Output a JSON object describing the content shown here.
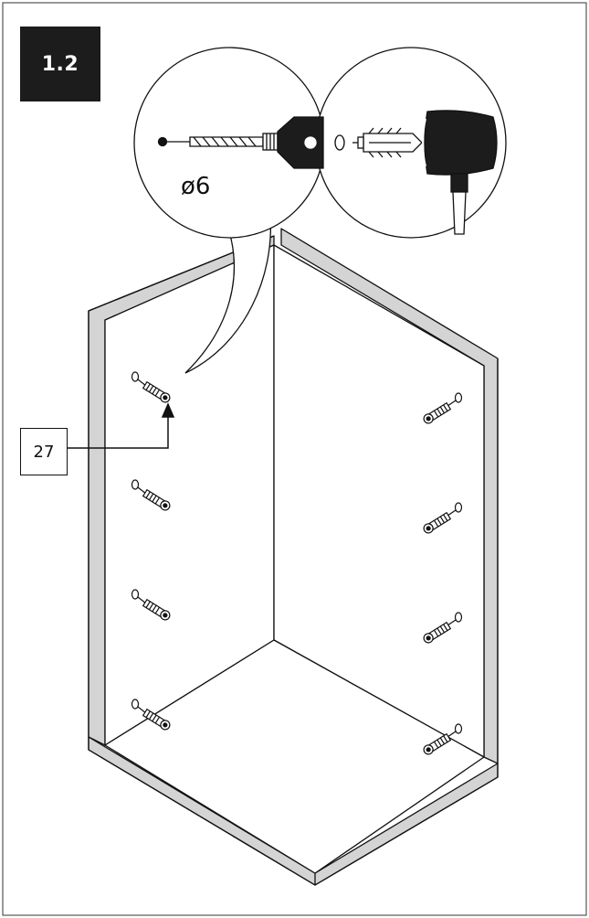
{
  "step": {
    "number": "1.2"
  },
  "drill_detail": {
    "size_label": "ø6"
  },
  "callout": {
    "part_number": "27"
  },
  "icons": [
    "drill-icon",
    "wall-plug-icon",
    "mallet-icon"
  ],
  "colors": {
    "badge": "#1c1c1c",
    "panel_edge": "#d4d4d4",
    "line": "#111111"
  }
}
